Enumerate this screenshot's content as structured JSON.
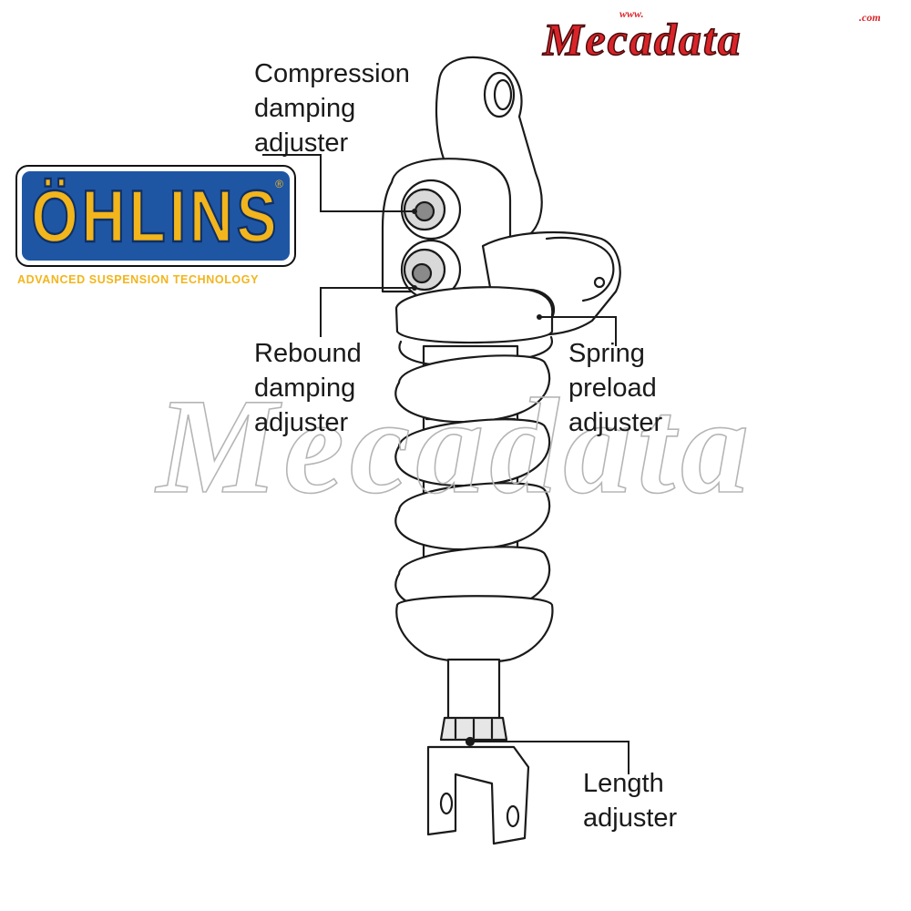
{
  "brand_logo": {
    "www": "www.",
    "name": "Mecadata",
    "com": ".com",
    "color": "#d9252a"
  },
  "watermark": {
    "text": "Mecadata"
  },
  "manufacturer_logo": {
    "name": "ÖHLINS",
    "registered": "®",
    "tagline": "ADVANCED SUSPENSION TECHNOLOGY",
    "badge_color": "#1f56a4",
    "text_color": "#f2b51c"
  },
  "labels": {
    "compression": [
      "Compression",
      "damping",
      "adjuster"
    ],
    "rebound": [
      "Rebound",
      "damping",
      "adjuster"
    ],
    "preload": [
      "Spring",
      "preload",
      "adjuster"
    ],
    "length": [
      "Length",
      "adjuster"
    ]
  }
}
